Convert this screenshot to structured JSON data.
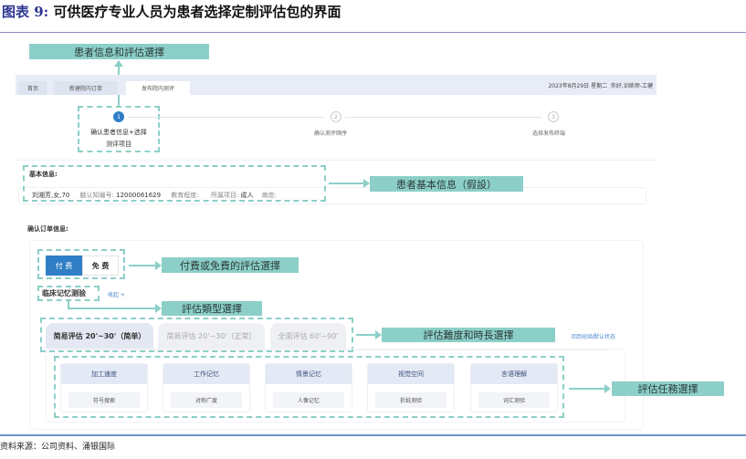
{
  "figure": {
    "label": "图表 9:",
    "title": "可供医疗专业人员为患者选择定制评估包的界面",
    "source": "资料来源：公司资料、涌银国际"
  },
  "callouts": {
    "patient_assessment": "患者信息和評估選擇",
    "basic_info": "患者基本信息（假設）",
    "paid_free": "付費或免費的評估選擇",
    "type": "評估類型選擇",
    "difficulty": "評估難度和時長選擇",
    "task": "評估任務選擇"
  },
  "topbar": {
    "tabs": [
      {
        "label": "首页"
      },
      {
        "label": "新建院内订单"
      },
      {
        "label": "发布院内测评",
        "active": true
      }
    ],
    "date": "2023年8月29日 星期二",
    "greeting": "你好,训练师-工健"
  },
  "steps": [
    {
      "num": "1",
      "label": "确认患者信息+选择测评项目"
    },
    {
      "num": "2",
      "label": "确认测评顺序"
    },
    {
      "num": "3",
      "label": "选择发布终端"
    }
  ],
  "basic": {
    "heading": "基本信息:",
    "name": "刘湘芳,女,70",
    "id_label": "脑认知编号:",
    "id_value": "12000061629",
    "edu_label": "教育程度:",
    "proj_label": "所属项目:",
    "proj_value": "成人",
    "disease_label": "病症:"
  },
  "order": {
    "heading": "确认订单信息:",
    "paid": "付 费",
    "free": "免 费",
    "test": "临床记忆测验",
    "collapse": "收起 +",
    "reset": "回到初始默认状态",
    "levels": [
      {
        "label": "简易评估 20'~30'（简单）",
        "active": true
      },
      {
        "label": "简易评估 20'~30'（正常）"
      },
      {
        "label": "全面评估 60'~90'"
      }
    ],
    "tasks": [
      {
        "domain": "加工速度",
        "item": "符号搜索"
      },
      {
        "domain": "工作记忆",
        "item": "对称广度"
      },
      {
        "domain": "情景记忆",
        "item": "人像记忆"
      },
      {
        "domain": "视觉空间",
        "item": "折纸测验"
      },
      {
        "domain": "言语理解",
        "item": "词汇测验"
      }
    ]
  },
  "colors": {
    "accent": "#2f7ec6",
    "callout": "#8ccfc8"
  }
}
